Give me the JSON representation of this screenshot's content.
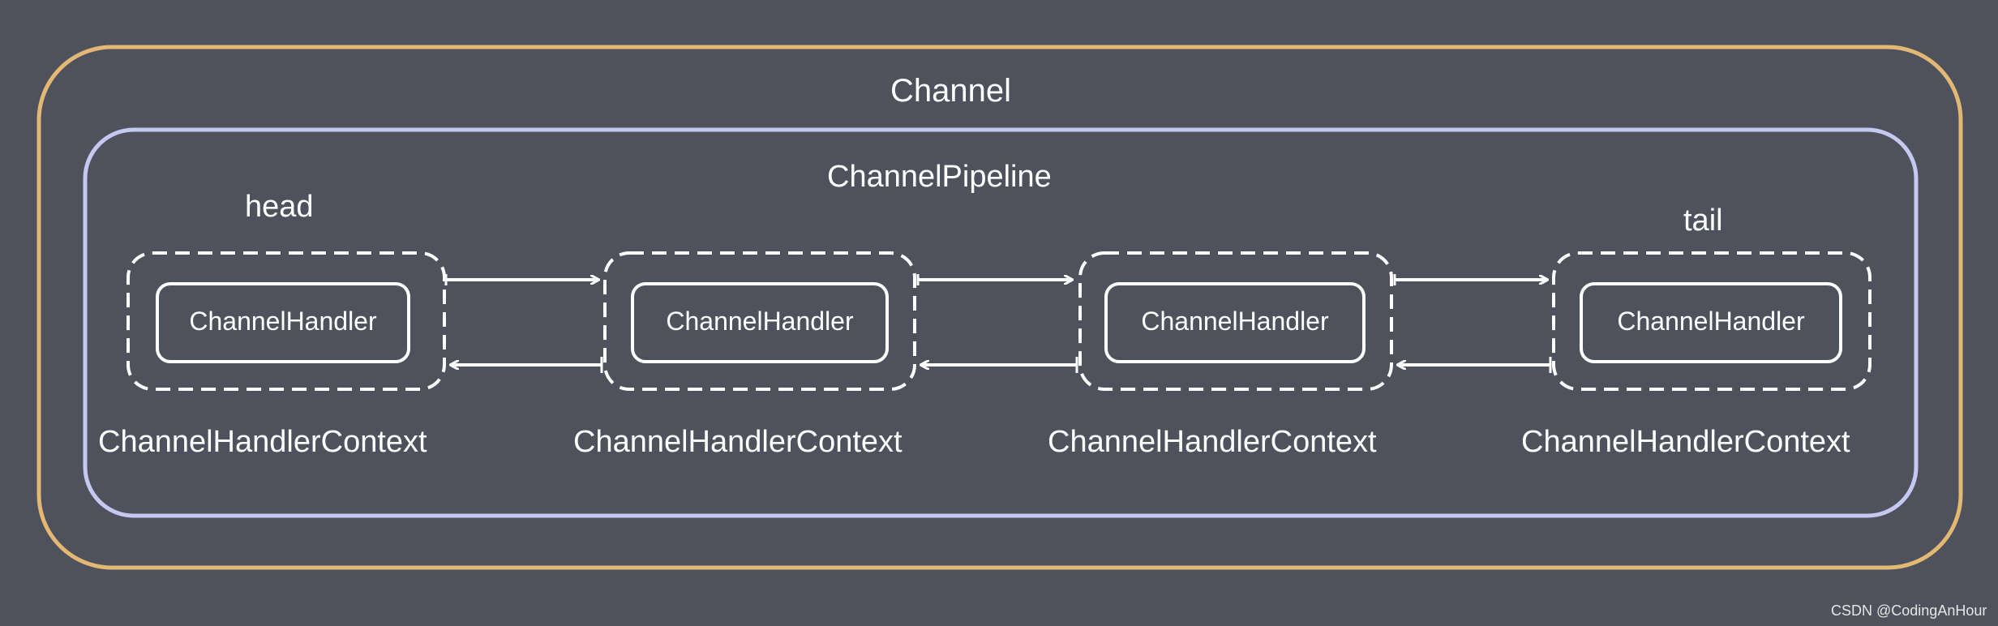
{
  "title": "Channel",
  "pipeline_title": "ChannelPipeline",
  "head_label": "head",
  "tail_label": "tail",
  "contexts": [
    {
      "handler": "ChannelHandler",
      "context": "ChannelHandlerContext"
    },
    {
      "handler": "ChannelHandler",
      "context": "ChannelHandlerContext"
    },
    {
      "handler": "ChannelHandler",
      "context": "ChannelHandlerContext"
    },
    {
      "handler": "ChannelHandler",
      "context": "ChannelHandlerContext"
    }
  ],
  "watermark": "CSDN @CodingAnHour",
  "colors": {
    "background": "#4f525c",
    "channel_border": "#e2b874",
    "pipeline_border": "#c5c9f2",
    "foreground": "#ffffff"
  }
}
